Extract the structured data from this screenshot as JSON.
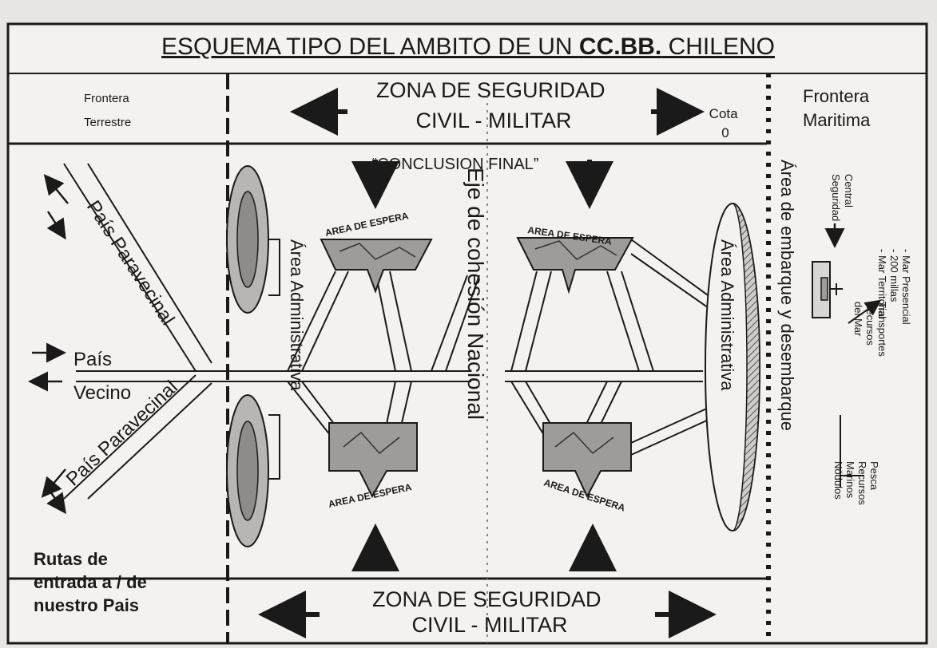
{
  "title": {
    "prefix": "ESQUEMA TIPO DEL AMBITO DE UN ",
    "bold": "CC.BB.",
    "suffix": " CHILENO"
  },
  "top_left_label": [
    "Frontera",
    "Terrestre"
  ],
  "top_zone": [
    "ZONA DE SEGURIDAD",
    "CIVIL - MILITAR"
  ],
  "cota_label": [
    "Cota",
    "0"
  ],
  "top_right_label": [
    "Frontera",
    "Maritima"
  ],
  "bleed_text": "“CONCLUSION FINAL”",
  "left_labels": {
    "pais_paravecinal_top": "País Paravecinal",
    "pais": "País",
    "vecino": "Vecino",
    "pais_paravecinal_bottom": "País Paravecinal"
  },
  "routes_label": [
    "Rutas de",
    "entrada a / de",
    "nuestro Pais"
  ],
  "area_administrativa_left": "Área Administrativa",
  "eje_cohesion": "Eje de cohesión Nacional",
  "area_de_espera": "AREA DE ESPERA",
  "area_administrativa_right": "Área Administrativa",
  "embarque_label": "Área de embarque y desembarque",
  "central_seguridad": [
    "Central",
    "Seguridad"
  ],
  "mar_list": [
    "- Mar Presencial",
    "- 200 millas",
    "- Mar Territorial"
  ],
  "transportes": [
    "Transportes",
    "Recursos",
    "del Mar"
  ],
  "pesca": [
    "Pesca",
    "Recursos",
    "Marinos",
    "Nódulos"
  ],
  "bottom_zone": [
    "ZONA DE SEGURIDAD",
    "CIVIL - MILITAR"
  ]
}
